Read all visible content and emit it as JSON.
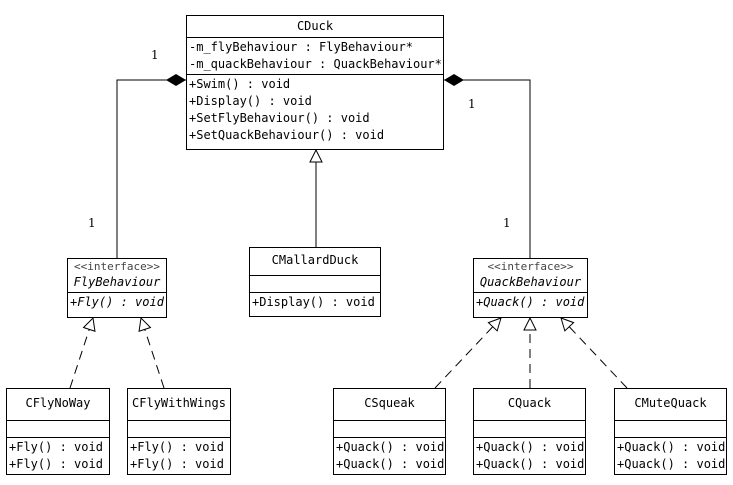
{
  "classes": {
    "cduck": {
      "name": "CDuck",
      "attributes": [
        "-m_flyBehaviour : FlyBehaviour*",
        "-m_quackBehaviour : QuackBehaviour*"
      ],
      "methods": [
        "+Swim() : void",
        "+Display() : void",
        "+SetFlyBehaviour() : void",
        "+SetQuackBehaviour() : void"
      ]
    },
    "mallard": {
      "name": "CMallardDuck",
      "methods": [
        "+Display() : void"
      ]
    },
    "fly_iface": {
      "stereotype": "<<interface>>",
      "name": "FlyBehaviour",
      "methods": [
        "+Fly() : void"
      ]
    },
    "quack_iface": {
      "stereotype": "<<interface>>",
      "name": "QuackBehaviour",
      "methods": [
        "+Quack() : void"
      ]
    },
    "flynoway": {
      "name": "CFlyNoWay",
      "methods": [
        "+Fly() : void",
        "+Fly() : void"
      ]
    },
    "flywithwings": {
      "name": "CFlyWithWings",
      "methods": [
        "+Fly() : void",
        "+Fly() : void"
      ]
    },
    "squeak": {
      "name": "CSqueak",
      "methods": [
        "+Quack() : void",
        "+Quack() : void"
      ]
    },
    "quack": {
      "name": "CQuack",
      "methods": [
        "+Quack() : void",
        "+Quack() : void"
      ]
    },
    "mutequack": {
      "name": "CMuteQuack",
      "methods": [
        "+Quack() : void",
        "+Quack() : void"
      ]
    }
  },
  "multiplicities": {
    "fly_duck_end": "1",
    "fly_iface_end": "1",
    "quack_duck_end": "1",
    "quack_iface_end": "1"
  }
}
